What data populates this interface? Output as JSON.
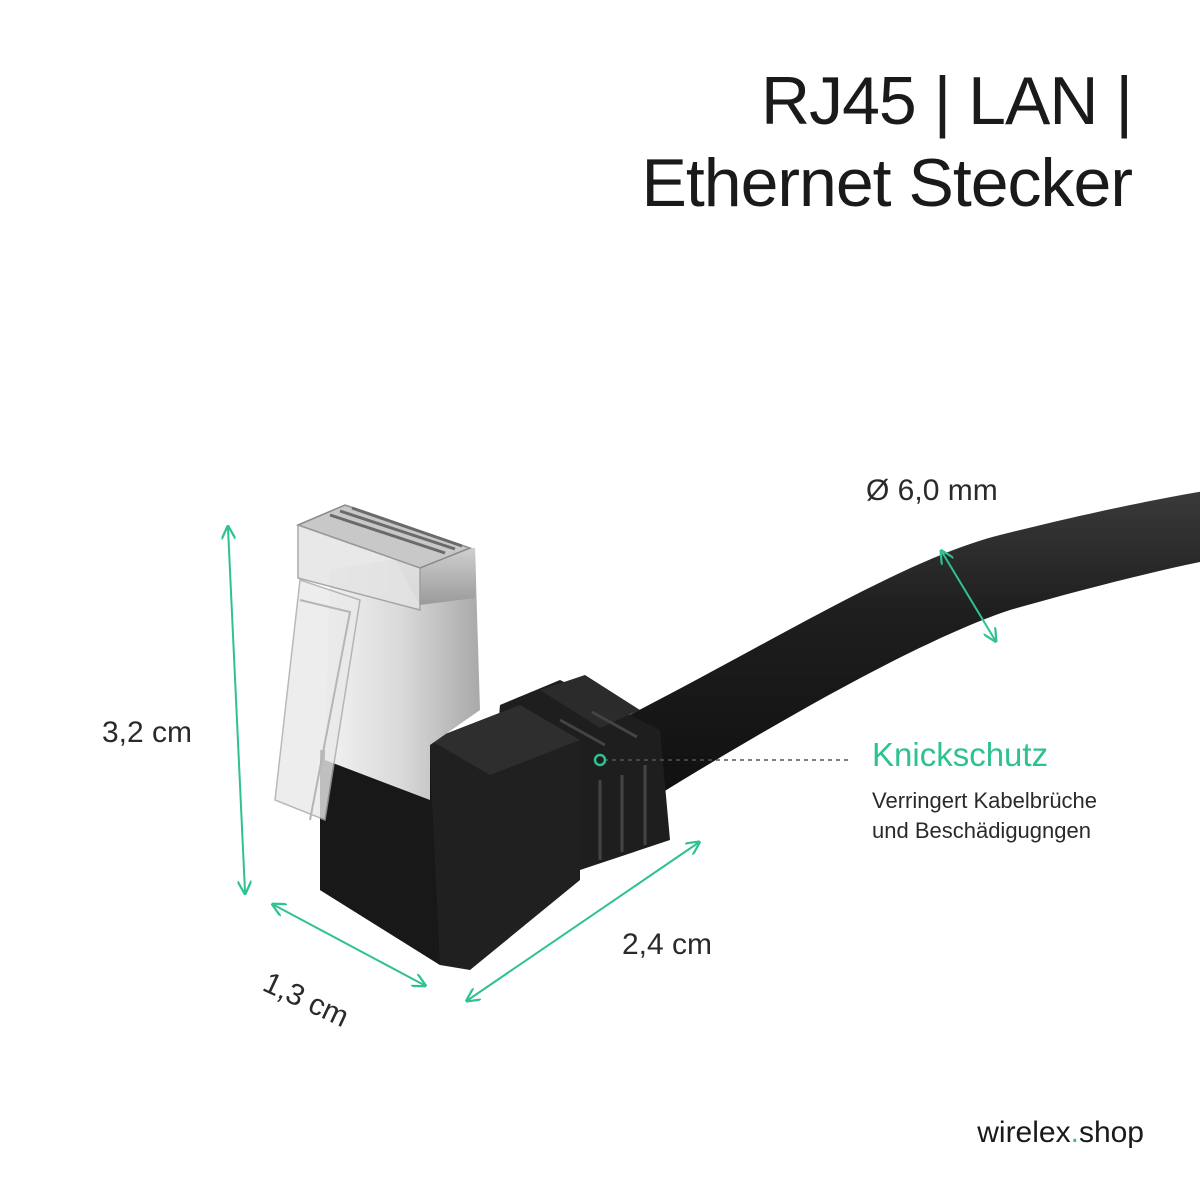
{
  "title": {
    "line1": "RJ45 | LAN |",
    "line2": "Ethernet Stecker"
  },
  "dimensions": {
    "diameter": "Ø 6,0 mm",
    "height": "3,2 cm",
    "depth": "1,3 cm",
    "width": "2,4 cm"
  },
  "callout": {
    "title": "Knickschutz",
    "line1": "Verringert Kabelbrüche",
    "line2": "und Beschädigugngen"
  },
  "brand": {
    "name": "wirelex",
    "dot": ".",
    "tld": "shop"
  },
  "colors": {
    "accent": "#2fc28f",
    "cable": "#1c1c1c"
  }
}
